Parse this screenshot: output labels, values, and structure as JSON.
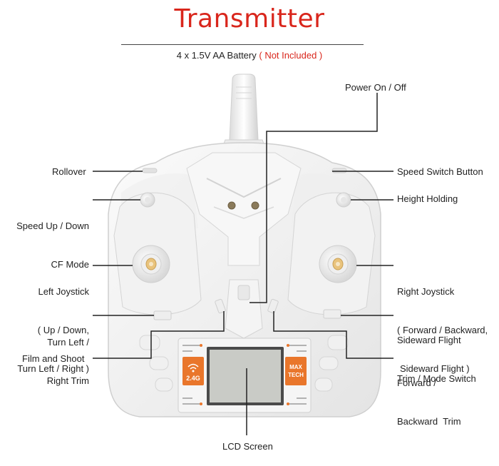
{
  "header": {
    "title": "Transmitter",
    "battery_text": "4 x 1.5V AA Battery",
    "battery_note": "( Not Included )"
  },
  "device": {
    "badge_left": "2.4G",
    "badge_right_line1": "MAX",
    "badge_right_line2": "TECH",
    "wifi_icon": "wifi-icon"
  },
  "labels": {
    "power": "Power On / Off",
    "rollover": "Rollover",
    "speed_switch": "Speed Switch Button",
    "speed_up_line1": "Speed Up / Down",
    "speed_up_line2": "CF Mode",
    "height_holding": "Height Holding",
    "left_joy_line1": "Left Joystick",
    "left_joy_line2": "( Up / Down,",
    "left_joy_line3": "Turn Left / Right )",
    "right_joy_line1": "Right Joystick",
    "right_joy_line2": "( Forward / Backward,",
    "right_joy_line3": "Sideward Flight )",
    "turn_trim_line1": "Turn Left /",
    "turn_trim_line2": "Right Trim",
    "sideward_line1": "Sideward Flight",
    "sideward_line2": "Trim / Mode Switch",
    "film": "Film and Shoot",
    "fb_trim_line1": "Forward /",
    "fb_trim_line2": "Backward  Trim",
    "lcd": "LCD Screen"
  }
}
